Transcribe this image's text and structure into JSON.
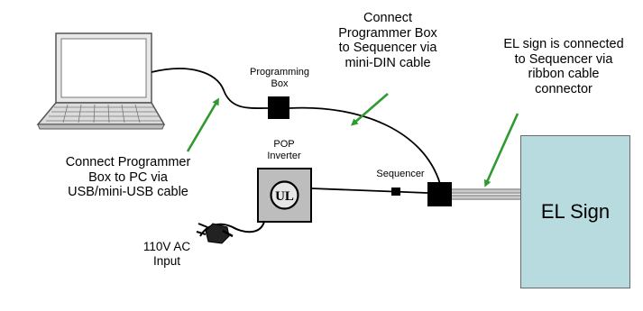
{
  "labels": {
    "programmer_to_sequencer": [
      "Connect",
      "Programmer Box",
      "to Sequencer via",
      "mini-DIN cable"
    ],
    "el_sign_connection": [
      "EL sign is connected",
      "to Sequencer via",
      "ribbon cable",
      "connector"
    ],
    "programming_box": [
      "Programming",
      "Box"
    ],
    "pop_inverter": [
      "POP",
      "Inverter"
    ],
    "sequencer": "Sequencer",
    "programmer_to_pc": [
      "Connect Programmer",
      "Box to PC via",
      "USB/mini-USB cable"
    ],
    "power_input": [
      "110V AC",
      "Input"
    ],
    "el_sign": "EL Sign",
    "ul_mark": "UL"
  },
  "colors": {
    "arrow": "#2f9a30",
    "el_sign_fill": "#b8dbe0",
    "inverter_fill": "#bdbdbd",
    "ribbon": "#a8a8a8"
  },
  "icons": [
    "laptop-icon",
    "power-plug-icon",
    "ul-mark-icon"
  ]
}
